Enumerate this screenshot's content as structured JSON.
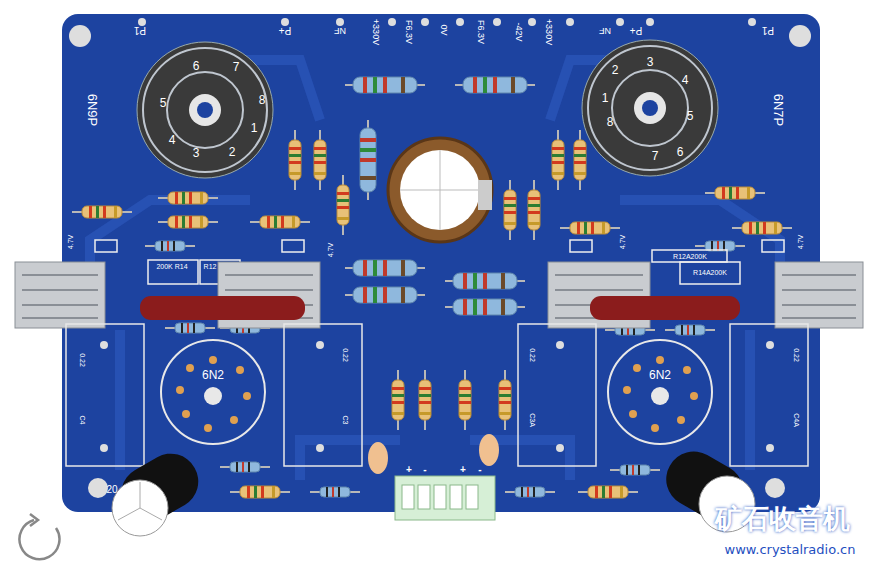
{
  "diagram": {
    "labels": [
      "P1",
      "P+",
      "NF",
      "+330V",
      "F6.3V",
      "0V",
      "F6.3V",
      "-42V",
      "+330V",
      "NF",
      "P+",
      "P1",
      "6N9P",
      "6N7P",
      "6",
      "7",
      "5",
      "8",
      "1",
      "4",
      "3",
      "2",
      "3",
      "4",
      "2",
      "1",
      "8",
      "5",
      "7",
      "6",
      "4.7V",
      "4.7V",
      "4.7V",
      "4.7V",
      "200K R14",
      "R12",
      "R12A200K",
      "R14A200K",
      "0.22",
      "C4",
      "0.22",
      "C3",
      "0.22",
      "C3A",
      "0.22",
      "C4A",
      "6N2",
      "6N2",
      "+",
      "-",
      "+",
      "-",
      "20",
      "矿石收音机",
      "www.crystalradio.cn"
    ]
  }
}
